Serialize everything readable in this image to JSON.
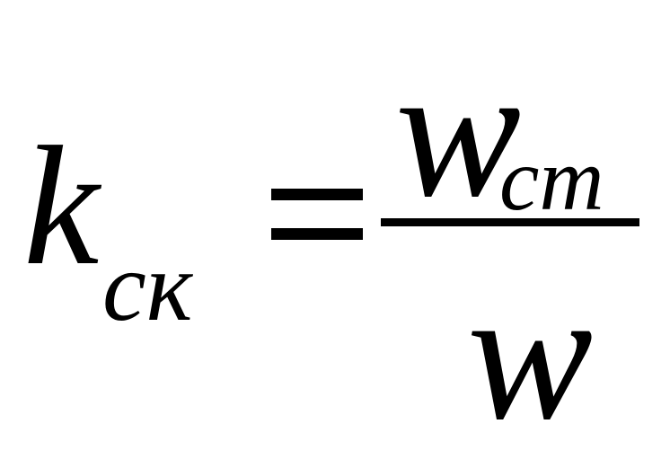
{
  "formula": {
    "lhs": {
      "symbol": "k",
      "subscript": "ск"
    },
    "operator": "=",
    "numerator": {
      "symbol": "w",
      "subscript": "ст"
    },
    "denominator": {
      "symbol": "w"
    }
  },
  "colors": {
    "ink": "#000000",
    "background": "#ffffff"
  }
}
